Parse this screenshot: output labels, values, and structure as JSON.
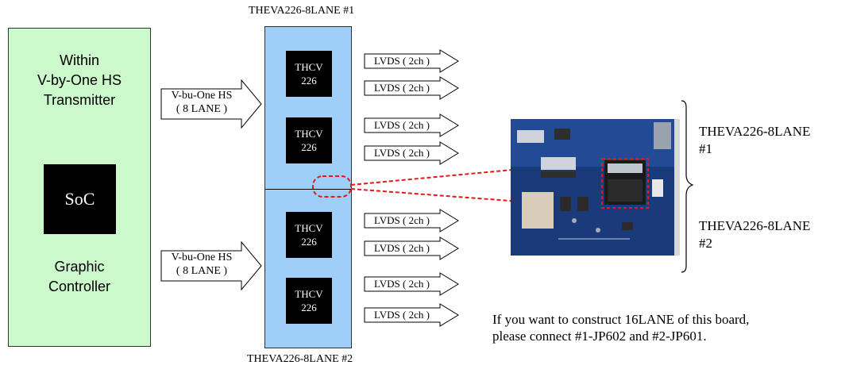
{
  "diagram": {
    "board_label_top": "THEVA226-8LANE #1",
    "board_label_bottom": "THEVA226-8LANE #2",
    "left_block": {
      "line1": "Within",
      "line2": "V-by-One HS",
      "line3": "Transmitter",
      "soc": "SoC",
      "bottom_line1": "Graphic",
      "bottom_line2": "Controller"
    },
    "input_arrows": [
      {
        "line1": "V-bu-One HS",
        "line2": "( 8 LANE )"
      },
      {
        "line1": "V-bu-One HS",
        "line2": "( 8 LANE )"
      }
    ],
    "chips": [
      {
        "line1": "THCV",
        "line2": "226"
      },
      {
        "line1": "THCV",
        "line2": "226"
      },
      {
        "line1": "THCV",
        "line2": "226"
      },
      {
        "line1": "THCV",
        "line2": "226"
      }
    ],
    "output_arrows": [
      "LVDS ( 2ch )",
      "LVDS ( 2ch )",
      "LVDS ( 2ch )",
      "LVDS ( 2ch )",
      "LVDS ( 2ch )",
      "LVDS ( 2ch )",
      "LVDS ( 2ch )",
      "LVDS ( 2ch )"
    ],
    "photo_labels": {
      "top_line1": "THEVA226-8LANE",
      "top_line2": "#1",
      "bottom_line1": "THEVA226-8LANE",
      "bottom_line2": "#2"
    },
    "note_line1": "If you want to construct 16LANE of this board,",
    "note_line2": "please connect #1-JP602 and #2-JP601.",
    "colors": {
      "left_block": "#ccf9cc",
      "board": "#9fcff8",
      "highlight": "#e21a1a",
      "photo_pcb": "#1b3a7a"
    }
  }
}
